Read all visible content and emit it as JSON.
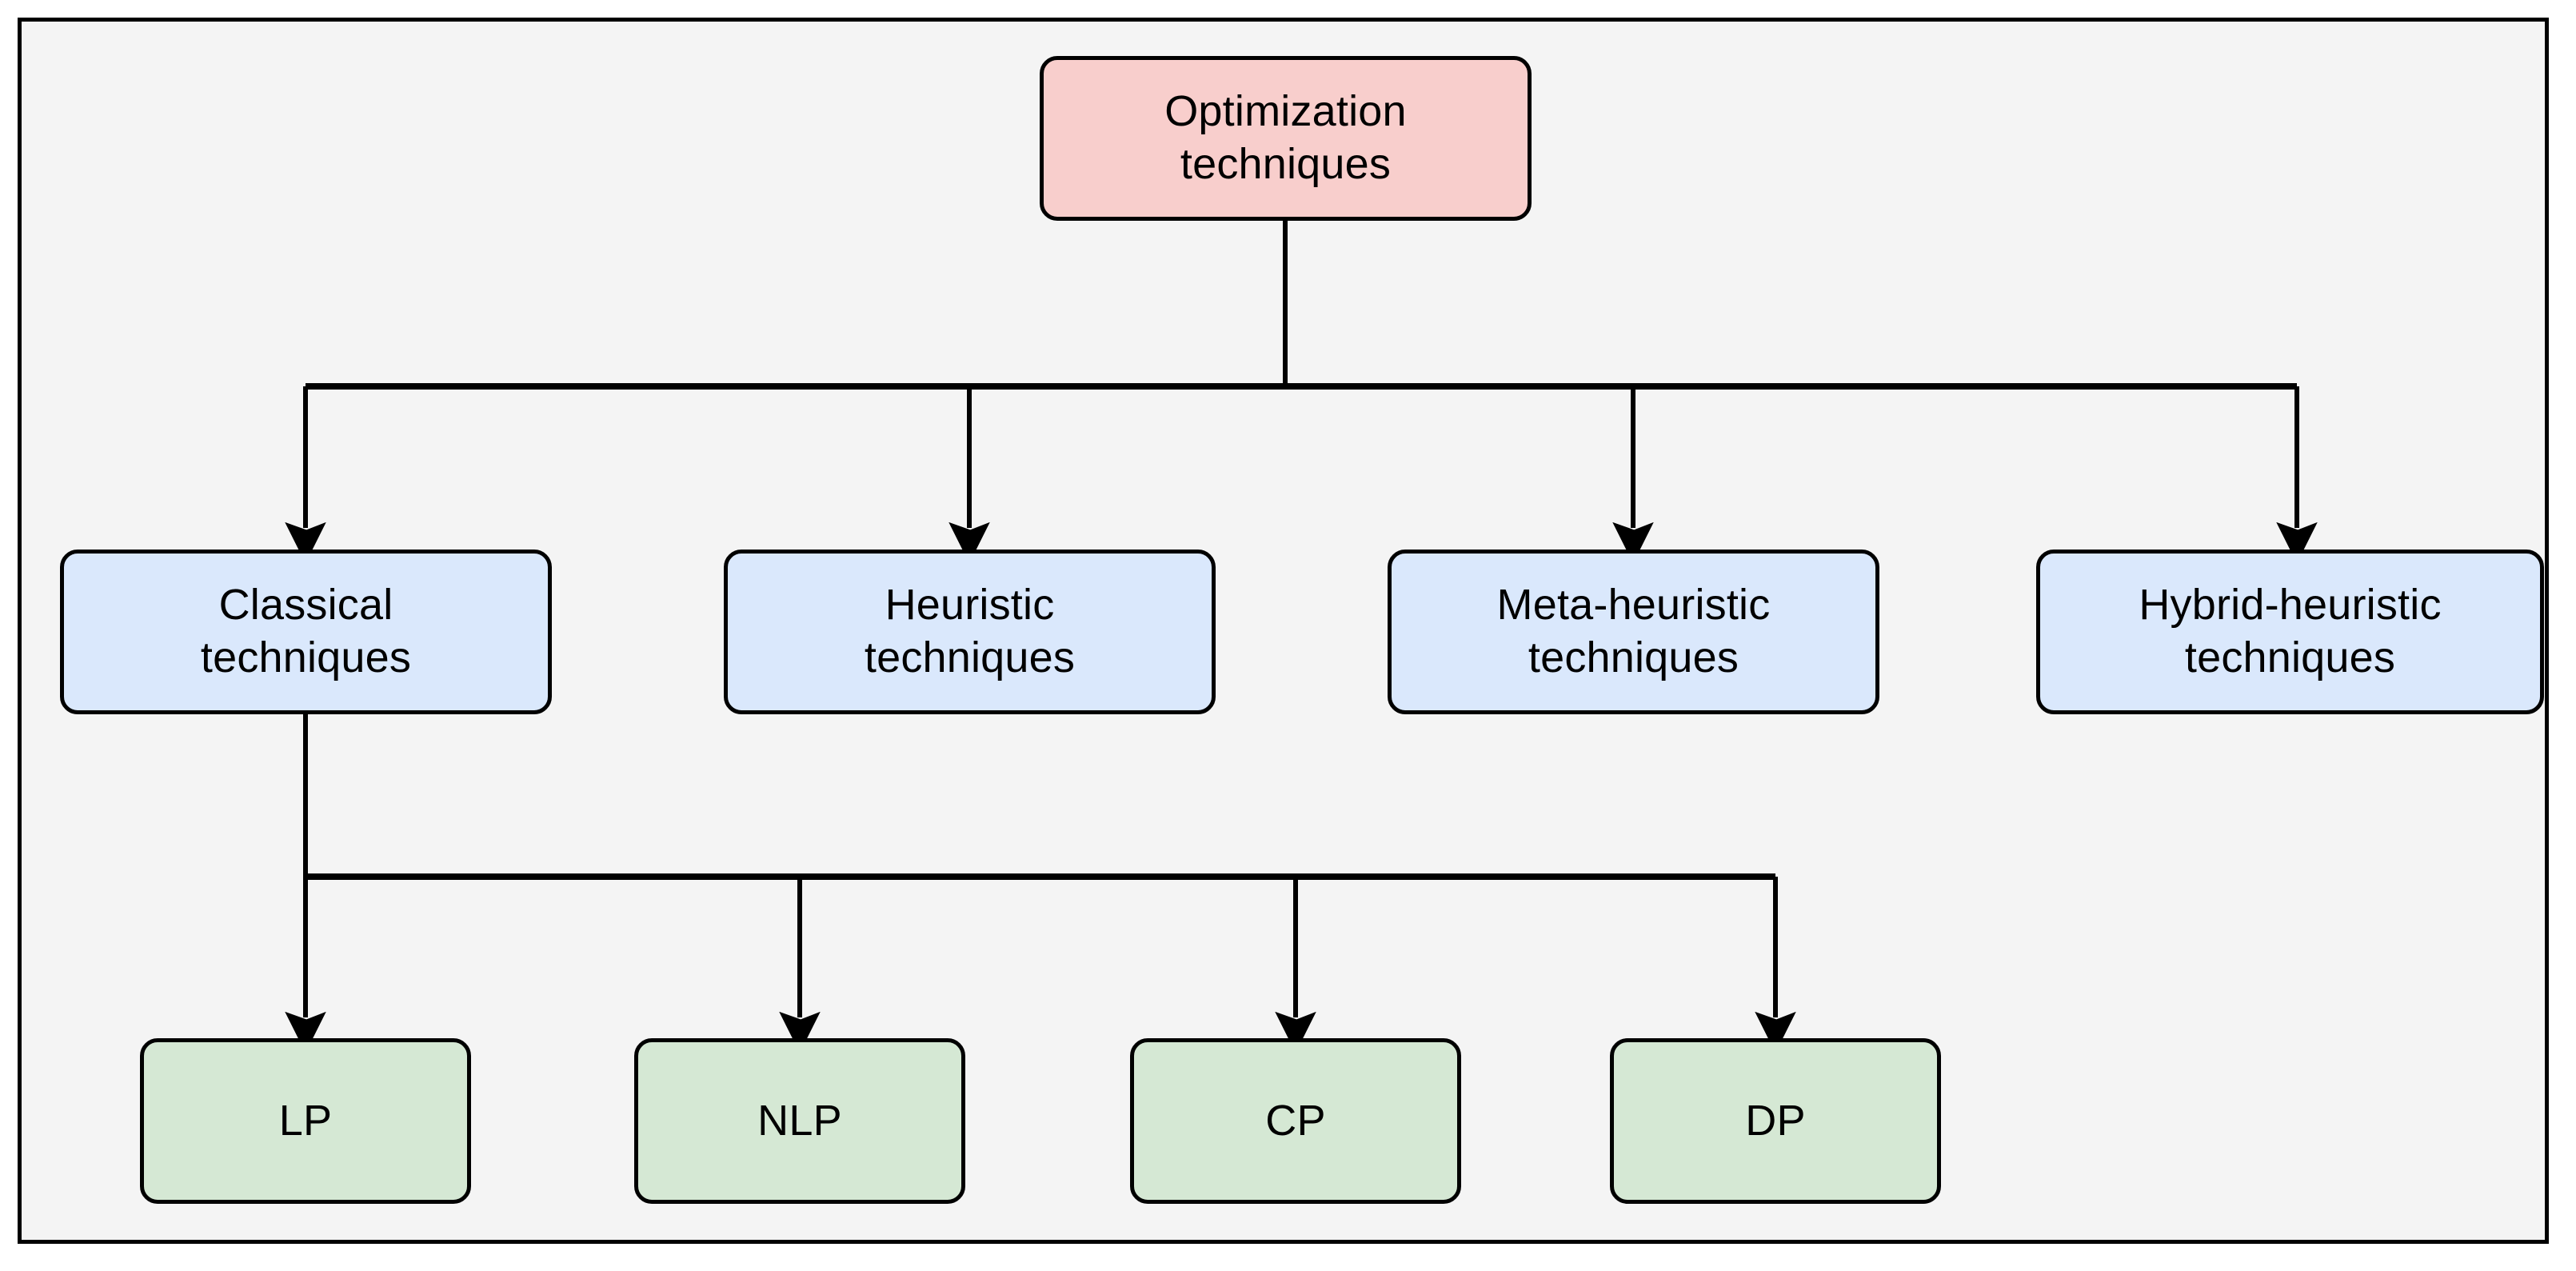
{
  "figure": {
    "kind": "hierarchy-tree-diagram",
    "background_color": "#f4f4f4",
    "frame_border_color": "#000000",
    "line_color": "#000000"
  },
  "palette": {
    "root_fill": "#f8cecc",
    "branch_fill": "#dae8fc",
    "leaf_fill": "#d5e8d4",
    "stroke": "#000000"
  },
  "tree": {
    "root": {
      "id": "optimization-techniques",
      "label": "Optimization\ntechniques",
      "level": 0,
      "fill": "#f8cecc"
    },
    "branches": [
      {
        "id": "classical-techniques",
        "label": "Classical\ntechniques",
        "level": 1,
        "fill": "#dae8fc",
        "parent": "optimization-techniques"
      },
      {
        "id": "heuristic-techniques",
        "label": "Heuristic\ntechniques",
        "level": 1,
        "fill": "#dae8fc",
        "parent": "optimization-techniques"
      },
      {
        "id": "meta-heuristic-techniques",
        "label": "Meta-heuristic\ntechniques",
        "level": 1,
        "fill": "#dae8fc",
        "parent": "optimization-techniques"
      },
      {
        "id": "hybrid-heuristic-techniques",
        "label": "Hybrid-heuristic\ntechniques",
        "level": 1,
        "fill": "#dae8fc",
        "parent": "optimization-techniques"
      }
    ],
    "leaves": [
      {
        "id": "lp",
        "label": "LP",
        "level": 2,
        "fill": "#d5e8d4",
        "parent": "classical-techniques"
      },
      {
        "id": "nlp",
        "label": "NLP",
        "level": 2,
        "fill": "#d5e8d4",
        "parent": "classical-techniques"
      },
      {
        "id": "cp",
        "label": "CP",
        "level": 2,
        "fill": "#d5e8d4",
        "parent": "classical-techniques"
      },
      {
        "id": "dp",
        "label": "DP",
        "level": 2,
        "fill": "#d5e8d4",
        "parent": "classical-techniques"
      }
    ],
    "edges": [
      {
        "from": "optimization-techniques",
        "to": "classical-techniques",
        "arrow": true
      },
      {
        "from": "optimization-techniques",
        "to": "heuristic-techniques",
        "arrow": true
      },
      {
        "from": "optimization-techniques",
        "to": "meta-heuristic-techniques",
        "arrow": true
      },
      {
        "from": "optimization-techniques",
        "to": "hybrid-heuristic-techniques",
        "arrow": true
      },
      {
        "from": "classical-techniques",
        "to": "lp",
        "arrow": true
      },
      {
        "from": "classical-techniques",
        "to": "nlp",
        "arrow": true
      },
      {
        "from": "classical-techniques",
        "to": "cp",
        "arrow": true
      },
      {
        "from": "classical-techniques",
        "to": "dp",
        "arrow": true
      }
    ]
  }
}
